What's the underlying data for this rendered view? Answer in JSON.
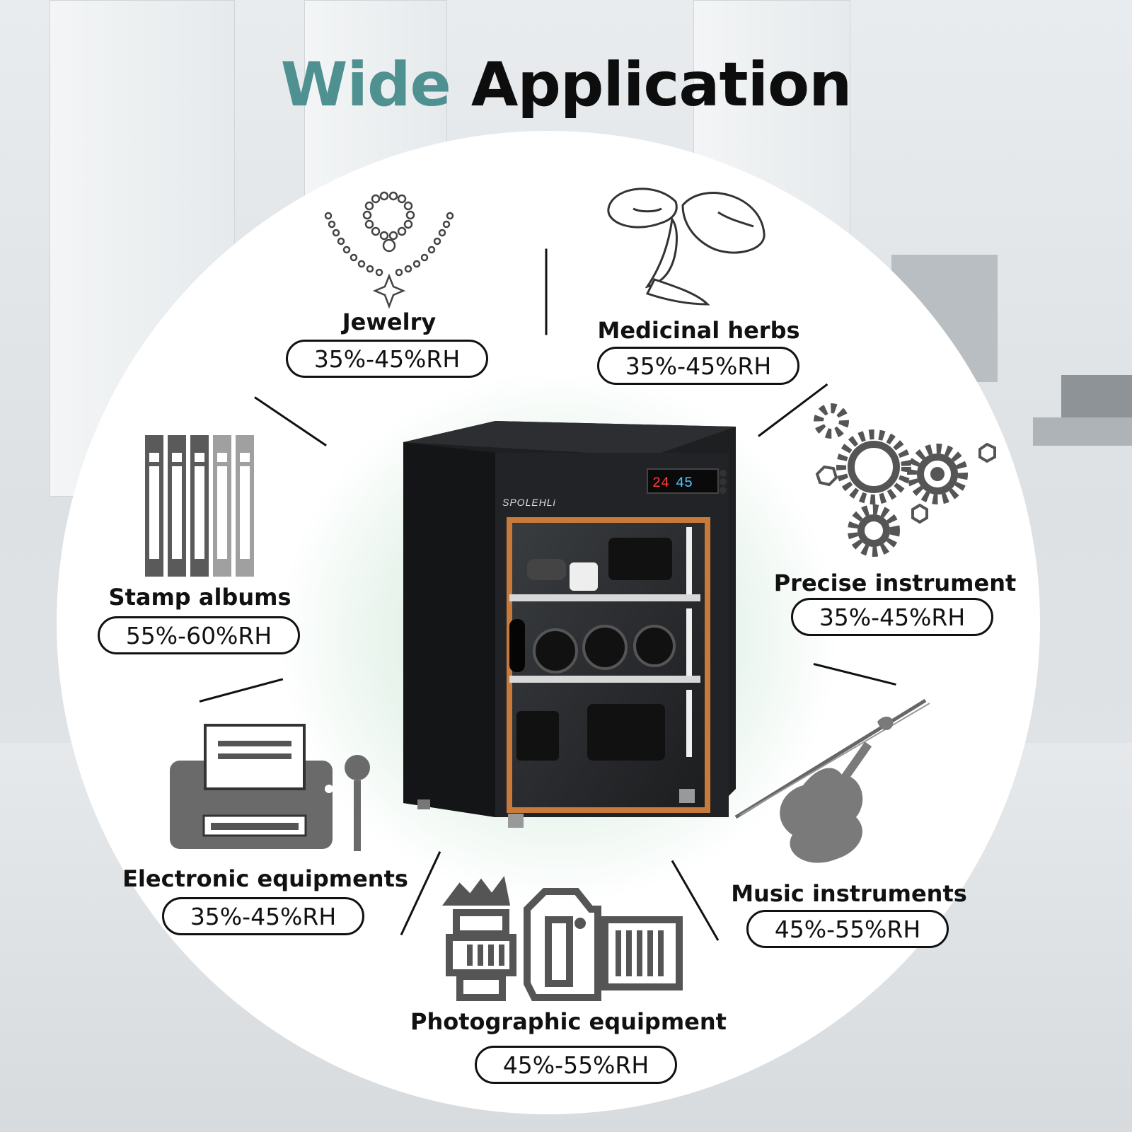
{
  "title": {
    "part1": "Wide",
    "part2": "Application"
  },
  "brand": "SPOLEHLi",
  "display": {
    "temperature": "24",
    "humidity": "45"
  },
  "items": [
    {
      "label": "Jewelry",
      "range": "35%-45%RH",
      "icon": "necklace-icon"
    },
    {
      "label": "Medicinal herbs",
      "range": "35%-45%RH",
      "icon": "mushroom-icon"
    },
    {
      "label": "Stamp albums",
      "range": "55%-60%RH",
      "icon": "binders-icon"
    },
    {
      "label": "Precise instrument",
      "range": "35%-45%RH",
      "icon": "gears-icon"
    },
    {
      "label": "Electronic equipments",
      "range": "35%-45%RH",
      "icon": "printer-icon"
    },
    {
      "label": "Music instruments",
      "range": "45%-55%RH",
      "icon": "violin-icon"
    },
    {
      "label": "Photographic equipment",
      "range": "45%-55%RH",
      "icon": "camera-icon"
    }
  ],
  "colors": {
    "accent": "#4f9090",
    "ink": "#111111",
    "cabinet": "#1c1d1f",
    "trim": "#c87a3a"
  }
}
